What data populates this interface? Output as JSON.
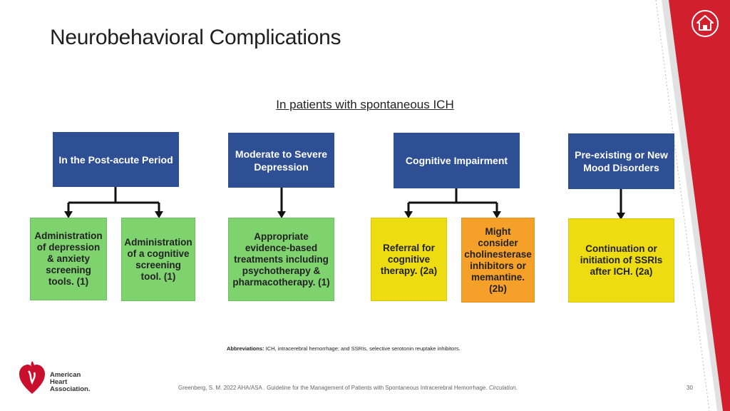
{
  "slide": {
    "title": "Neurobehavioral Complications",
    "subtitle": "In patients with spontaneous ICH",
    "page_number": "30"
  },
  "headers": [
    "In the Post-acute Period",
    "Moderate to Severe Depression",
    "Cognitive Impairment",
    "Pre-existing or New Mood Disorders"
  ],
  "recommendations": [
    {
      "text": "Administration of depression & anxiety screening tools. (1)",
      "color": "#7ed36f"
    },
    {
      "text": "Administration of a cognitive screening tool. (1)",
      "color": "#7ed36f"
    },
    {
      "text": "Appropriate evidence-based treatments including psychotherapy & pharmacotherapy. (1)",
      "color": "#7ed36f"
    },
    {
      "text": "Referral for cognitive therapy. (2a)",
      "color": "#eedc12"
    },
    {
      "text": "Might consider cholinesterase inhibitors or memantine. (2b)",
      "color": "#f5a028"
    },
    {
      "text": "Continuation or initiation of SSRIs after ICH. (2a)",
      "color": "#eedc12"
    }
  ],
  "footer": {
    "abbreviations_label": "Abbreviations:",
    "abbreviations_text": " ICH, intracerebral hemorrhage; and SSRIs, selective serotonin reuptake inhibitors.",
    "citation": "Greenberg, S. M. 2022 AHA/ASA . Guideline for the Management of Patients with Spontaneous Intracerebral Hemorrhage. ",
    "journal": "Circulation.",
    "logo_line1": "American",
    "logo_line2": "Heart",
    "logo_line3": "Association."
  },
  "icons": {
    "home": "home-icon",
    "logo": "heart-torch-logo-icon"
  },
  "colors": {
    "header_blue": "#2e4f94",
    "accent_red": "#c8102e",
    "green": "#7ed36f",
    "yellow": "#eedc12",
    "orange": "#f5a028"
  }
}
